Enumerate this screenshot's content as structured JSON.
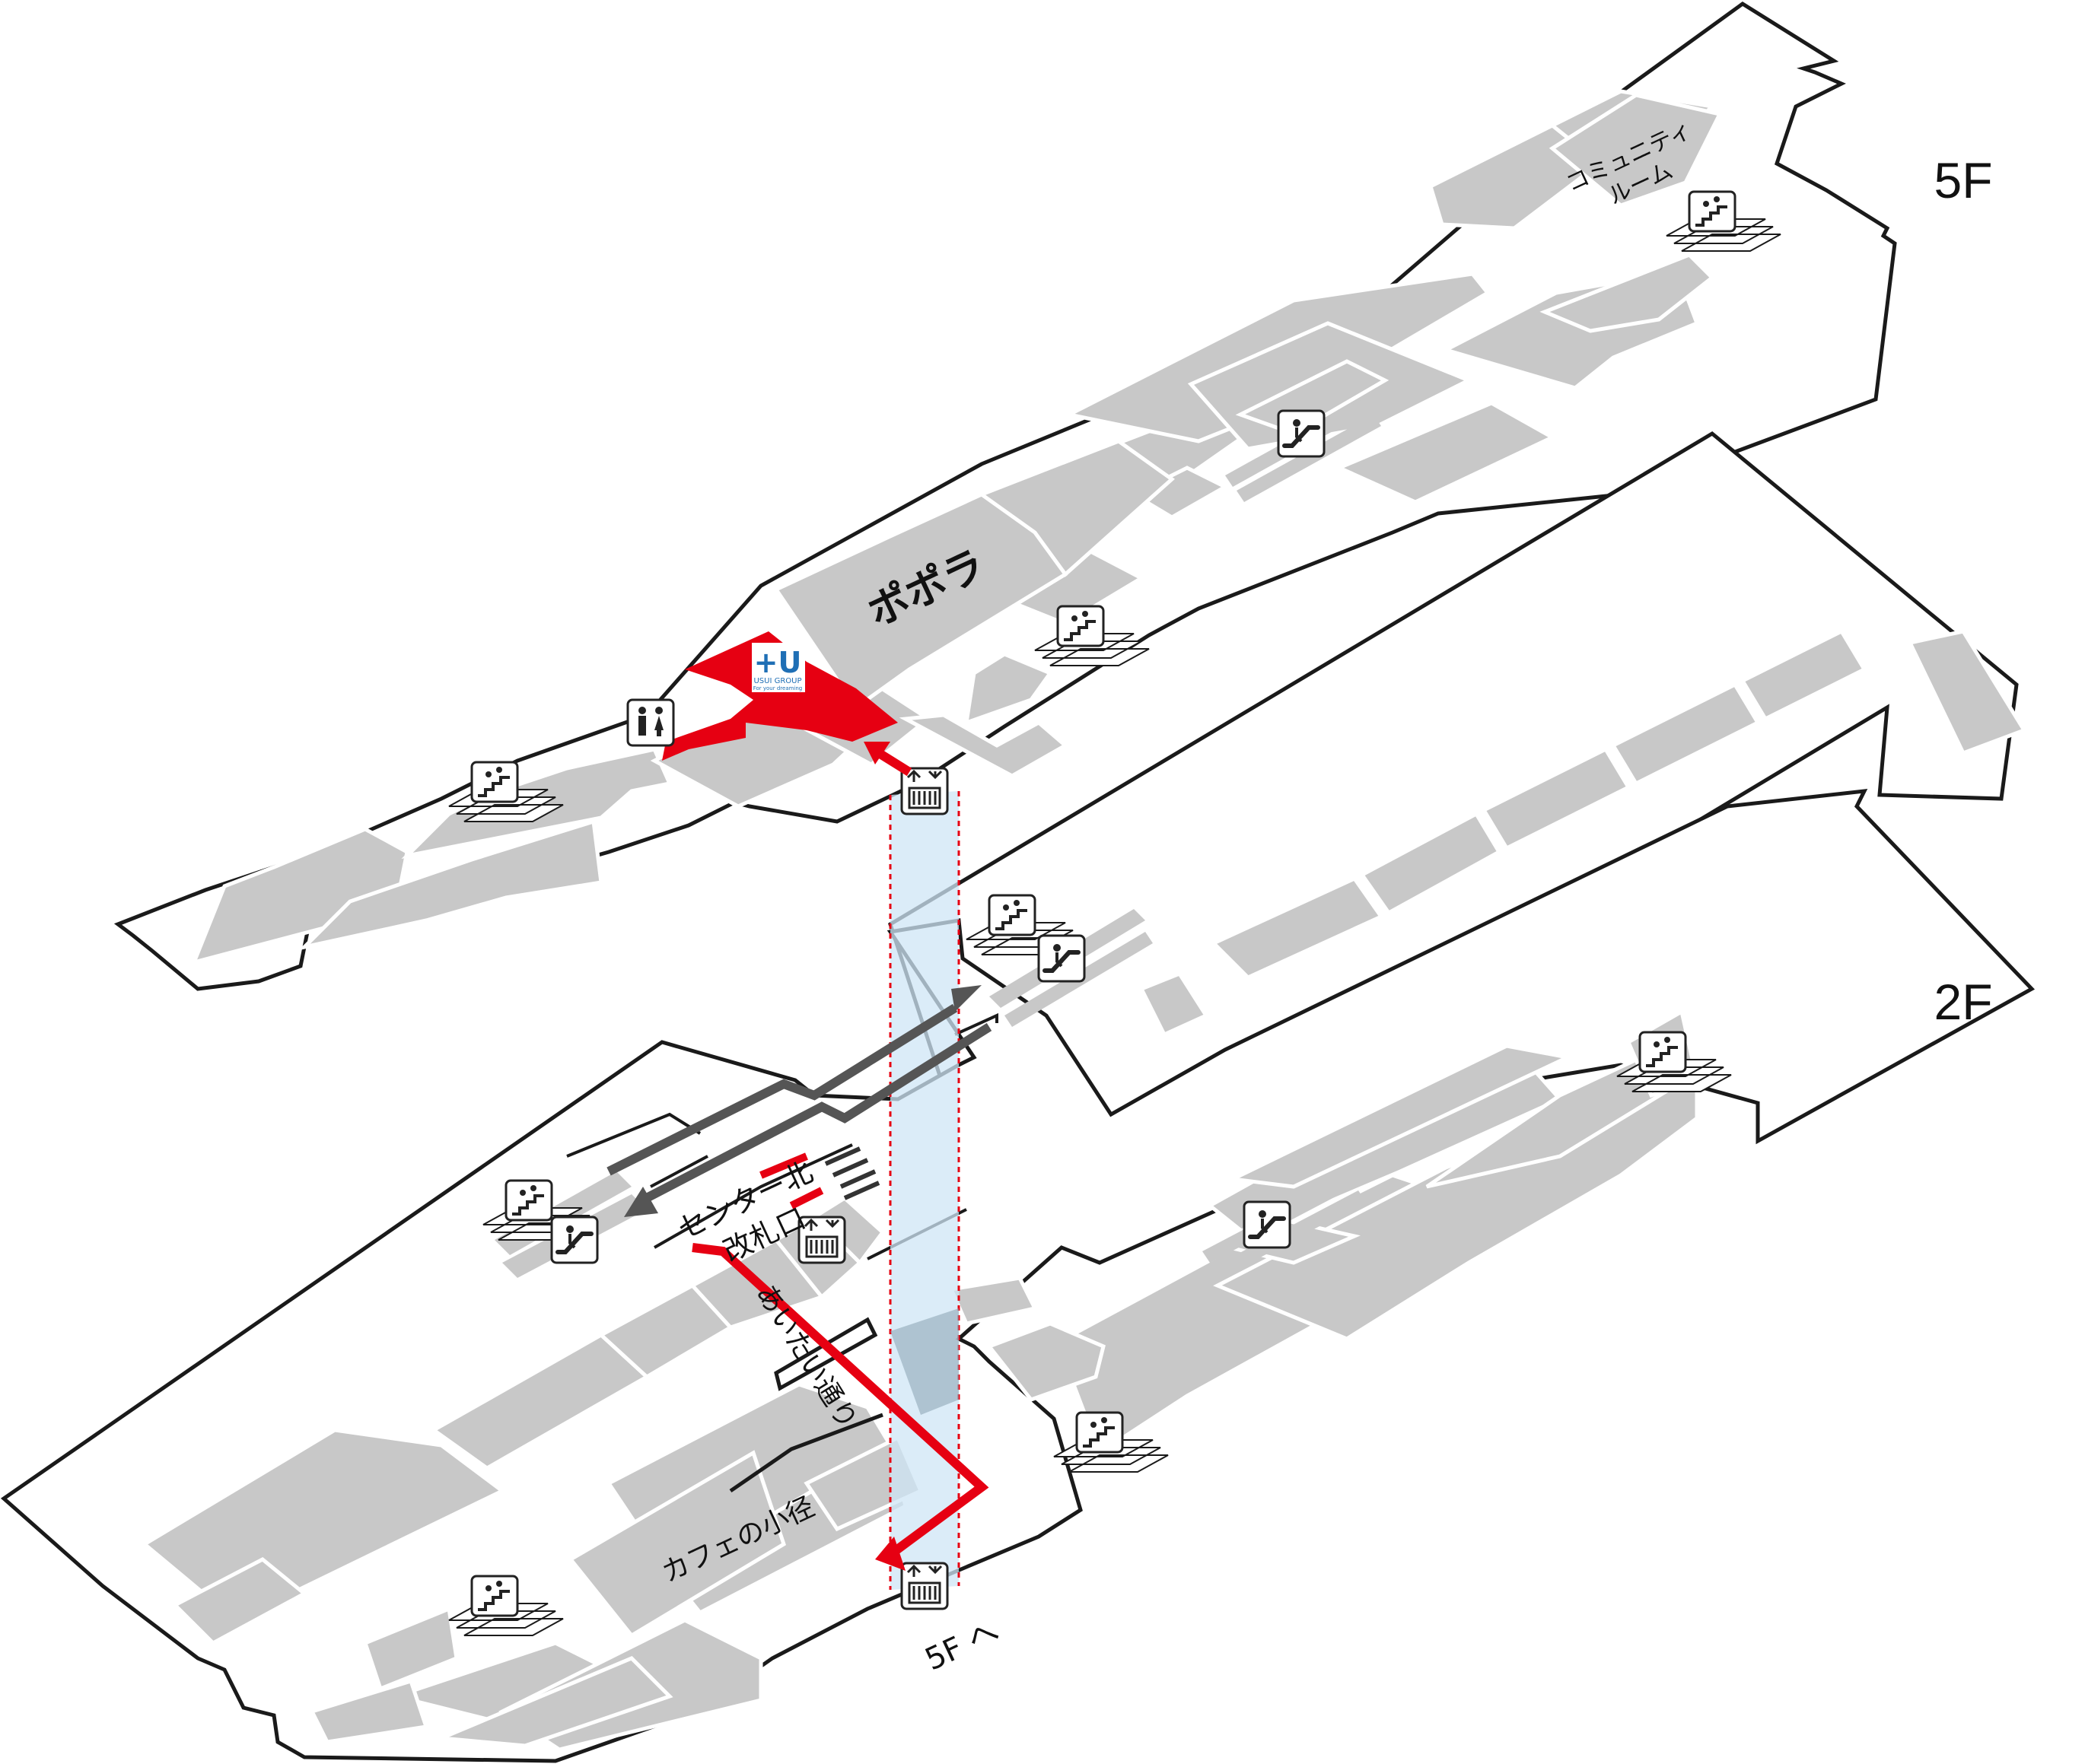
{
  "floors": {
    "upper": "5F",
    "lower": "2F"
  },
  "shops": {
    "popora": "ポポラ",
    "community_line1": "コミュニティ",
    "community_line2": "ルーム",
    "usui_logo": "+U",
    "usui_group": "USUI GROUP",
    "usui_tagline": "For your dreaming"
  },
  "labels": {
    "gate_line1": "センター北",
    "gate_line2": "改札口",
    "aitai_dori": "あいたい通り",
    "cafe_path": "カフェの小径",
    "to_5f": "5F へ"
  },
  "icons": {
    "elevator": "elevator-icon",
    "escalator": "escalator-icon",
    "stairs": "stairs-icon",
    "restroom": "restroom-icon",
    "route_arrow": "route-arrow-icon"
  },
  "colors": {
    "route": "#e60012",
    "shop": "#c8c8c8",
    "outline": "#1a1a1a",
    "elevator_shaft": "#cfe6f5",
    "dark_arrow": "#555555"
  }
}
